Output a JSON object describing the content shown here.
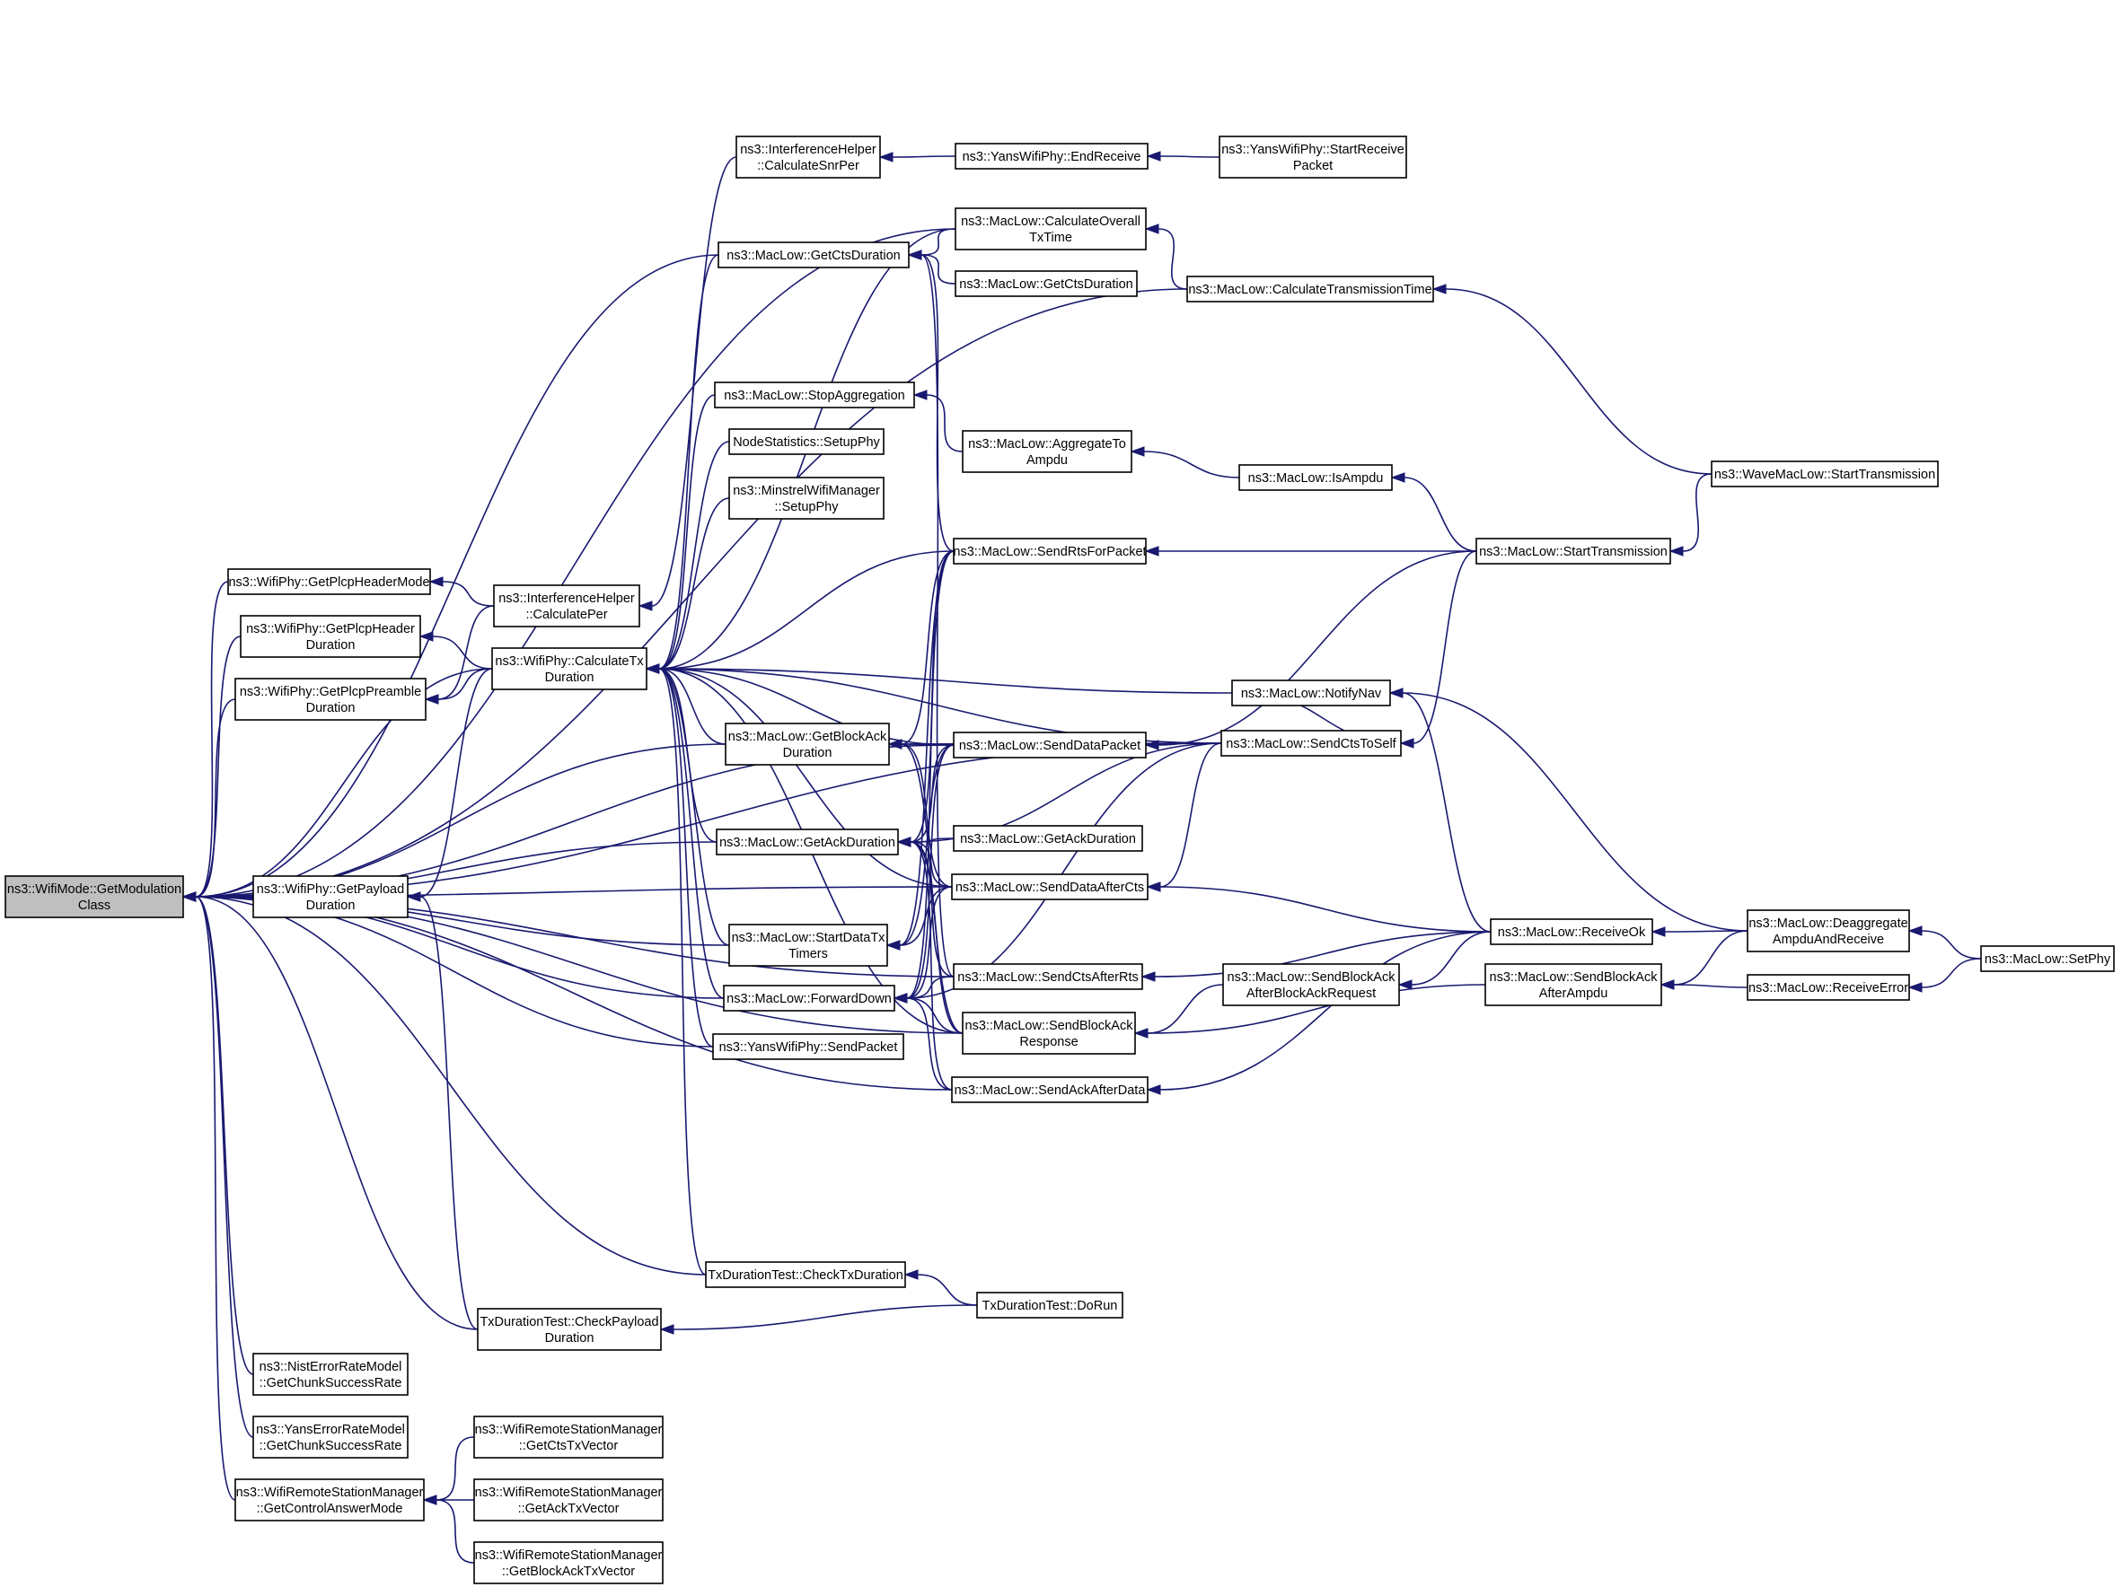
{
  "graph": {
    "root_color": "#bfbfbf",
    "edge_color": "#191970",
    "nodes": [
      {
        "id": "root",
        "lines": [
          "ns3::WifiMode::GetModulation",
          "Class"
        ],
        "root": true
      },
      {
        "id": "plcpHeaderMode",
        "lines": [
          "ns3::WifiPhy::GetPlcpHeaderMode"
        ]
      },
      {
        "id": "plcpHeaderDur",
        "lines": [
          "ns3::WifiPhy::GetPlcpHeader",
          "Duration"
        ]
      },
      {
        "id": "plcpPreamble",
        "lines": [
          "ns3::WifiPhy::GetPlcpPreamble",
          "Duration"
        ]
      },
      {
        "id": "payloadDur",
        "lines": [
          "ns3::WifiPhy::GetPayload",
          "Duration"
        ]
      },
      {
        "id": "nistErr",
        "lines": [
          "ns3::NistErrorRateModel",
          "::GetChunkSuccessRate"
        ]
      },
      {
        "id": "yansErr",
        "lines": [
          "ns3::YansErrorRateModel",
          "::GetChunkSuccessRate"
        ]
      },
      {
        "id": "ctrlAnswer",
        "lines": [
          "ns3::WifiRemoteStationManager",
          "::GetControlAnswerMode"
        ]
      },
      {
        "id": "calcPer",
        "lines": [
          "ns3::InterferenceHelper",
          "::CalculatePer"
        ]
      },
      {
        "id": "calcTx",
        "lines": [
          "ns3::WifiPhy::CalculateTx",
          "Duration"
        ]
      },
      {
        "id": "checkPayload",
        "lines": [
          "TxDurationTest::CheckPayload",
          "Duration"
        ]
      },
      {
        "id": "ctsTxVec",
        "lines": [
          "ns3::WifiRemoteStationManager",
          "::GetCtsTxVector"
        ]
      },
      {
        "id": "ackTxVec",
        "lines": [
          "ns3::WifiRemoteStationManager",
          "::GetAckTxVector"
        ]
      },
      {
        "id": "baTxVec",
        "lines": [
          "ns3::WifiRemoteStationManager",
          "::GetBlockAckTxVector"
        ]
      },
      {
        "id": "calcSnrPer",
        "lines": [
          "ns3::InterferenceHelper",
          "::CalculateSnrPer"
        ]
      },
      {
        "id": "getCts",
        "lines": [
          "ns3::MacLow::GetCtsDuration"
        ]
      },
      {
        "id": "stopAgg",
        "lines": [
          "ns3::MacLow::StopAggregation"
        ]
      },
      {
        "id": "nodeStats",
        "lines": [
          "NodeStatistics::SetupPhy"
        ]
      },
      {
        "id": "minstrel",
        "lines": [
          "ns3::MinstrelWifiManager",
          "::SetupPhy"
        ]
      },
      {
        "id": "getBA",
        "lines": [
          "ns3::MacLow::GetBlockAck",
          "Duration"
        ]
      },
      {
        "id": "getAck",
        "lines": [
          "ns3::MacLow::GetAckDuration"
        ]
      },
      {
        "id": "startDataTx",
        "lines": [
          "ns3::MacLow::StartDataTx",
          "Timers"
        ]
      },
      {
        "id": "fwdDown",
        "lines": [
          "ns3::MacLow::ForwardDown"
        ]
      },
      {
        "id": "yansSend",
        "lines": [
          "ns3::YansWifiPhy::SendPacket"
        ]
      },
      {
        "id": "checkTx",
        "lines": [
          "TxDurationTest::CheckTxDuration"
        ]
      },
      {
        "id": "endRecv",
        "lines": [
          "ns3::YansWifiPhy::EndReceive"
        ]
      },
      {
        "id": "calcOverall",
        "lines": [
          "ns3::MacLow::CalculateOverall",
          "TxTime"
        ]
      },
      {
        "id": "getCts2",
        "lines": [
          "ns3::MacLow::GetCtsDuration"
        ]
      },
      {
        "id": "aggTo",
        "lines": [
          "ns3::MacLow::AggregateTo",
          "Ampdu"
        ]
      },
      {
        "id": "sendRts",
        "lines": [
          "ns3::MacLow::SendRtsForPacket"
        ]
      },
      {
        "id": "sendData",
        "lines": [
          "ns3::MacLow::SendDataPacket"
        ]
      },
      {
        "id": "getAck2",
        "lines": [
          "ns3::MacLow::GetAckDuration"
        ]
      },
      {
        "id": "sendDataCts",
        "lines": [
          "ns3::MacLow::SendDataAfterCts"
        ]
      },
      {
        "id": "sendCtsRts",
        "lines": [
          "ns3::MacLow::SendCtsAfterRts"
        ]
      },
      {
        "id": "sendBAResp",
        "lines": [
          "ns3::MacLow::SendBlockAck",
          "Response"
        ]
      },
      {
        "id": "sendAckData",
        "lines": [
          "ns3::MacLow::SendAckAfterData"
        ]
      },
      {
        "id": "doRun",
        "lines": [
          "TxDurationTest::DoRun"
        ]
      },
      {
        "id": "startRecv",
        "lines": [
          "ns3::YansWifiPhy::StartReceive",
          "Packet"
        ]
      },
      {
        "id": "calcTrans",
        "lines": [
          "ns3::MacLow::CalculateTransmissionTime"
        ]
      },
      {
        "id": "isAmpdu",
        "lines": [
          "ns3::MacLow::IsAmpdu"
        ]
      },
      {
        "id": "startTrans",
        "lines": [
          "ns3::MacLow::StartTransmission"
        ]
      },
      {
        "id": "notifyNav",
        "lines": [
          "ns3::MacLow::NotifyNav"
        ]
      },
      {
        "id": "sendCtsSelf",
        "lines": [
          "ns3::MacLow::SendCtsToSelf"
        ]
      },
      {
        "id": "recvOk",
        "lines": [
          "ns3::MacLow::ReceiveOk"
        ]
      },
      {
        "id": "sendBAReq",
        "lines": [
          "ns3::MacLow::SendBlockAck",
          "AfterBlockAckRequest"
        ]
      },
      {
        "id": "sendBAAmpdu",
        "lines": [
          "ns3::MacLow::SendBlockAck",
          "AfterAmpdu"
        ]
      },
      {
        "id": "waveStart",
        "lines": [
          "ns3::WaveMacLow::StartTransmission"
        ]
      },
      {
        "id": "deagg",
        "lines": [
          "ns3::MacLow::Deaggregate",
          "AmpduAndReceive"
        ]
      },
      {
        "id": "recvErr",
        "lines": [
          "ns3::MacLow::ReceiveError"
        ]
      },
      {
        "id": "setPhy",
        "lines": [
          "ns3::MacLow::SetPhy"
        ]
      }
    ],
    "edges": [
      [
        "plcpHeaderMode",
        "root"
      ],
      [
        "plcpHeaderDur",
        "root"
      ],
      [
        "plcpPreamble",
        "root"
      ],
      [
        "payloadDur",
        "root"
      ],
      [
        "nistErr",
        "root"
      ],
      [
        "yansErr",
        "root"
      ],
      [
        "ctrlAnswer",
        "root"
      ],
      [
        "calcTx",
        "root"
      ],
      [
        "checkPayload",
        "root"
      ],
      [
        "checkTx",
        "root"
      ],
      [
        "getCts",
        "root"
      ],
      [
        "getBA",
        "root"
      ],
      [
        "getAck",
        "root"
      ],
      [
        "startDataTx",
        "root"
      ],
      [
        "yansSend",
        "root"
      ],
      [
        "calcOverall",
        "root"
      ],
      [
        "calcTrans",
        "root"
      ],
      [
        "sendData",
        "root"
      ],
      [
        "sendDataCts",
        "root"
      ],
      [
        "sendCtsRts",
        "root"
      ],
      [
        "sendAckData",
        "root"
      ],
      [
        "sendCtsSelf",
        "root"
      ],
      [
        "fwdDown",
        "root"
      ],
      [
        "sendBAResp",
        "root"
      ],
      [
        "calcPer",
        "plcpHeaderMode"
      ],
      [
        "calcTx",
        "plcpHeaderDur"
      ],
      [
        "calcPer",
        "plcpPreamble"
      ],
      [
        "calcTx",
        "plcpPreamble"
      ],
      [
        "calcTx",
        "payloadDur"
      ],
      [
        "checkPayload",
        "payloadDur"
      ],
      [
        "ctsTxVec",
        "ctrlAnswer"
      ],
      [
        "ackTxVec",
        "ctrlAnswer"
      ],
      [
        "baTxVec",
        "ctrlAnswer"
      ],
      [
        "calcSnrPer",
        "calcPer"
      ],
      [
        "endRecv",
        "calcSnrPer"
      ],
      [
        "startRecv",
        "endRecv"
      ],
      [
        "getCts",
        "calcTx"
      ],
      [
        "stopAgg",
        "calcTx"
      ],
      [
        "nodeStats",
        "calcTx"
      ],
      [
        "minstrel",
        "calcTx"
      ],
      [
        "getBA",
        "calcTx"
      ],
      [
        "getAck",
        "calcTx"
      ],
      [
        "startDataTx",
        "calcTx"
      ],
      [
        "fwdDown",
        "calcTx"
      ],
      [
        "yansSend",
        "calcTx"
      ],
      [
        "checkTx",
        "calcTx"
      ],
      [
        "calcOverall",
        "calcTx"
      ],
      [
        "sendRts",
        "calcTx"
      ],
      [
        "sendData",
        "calcTx"
      ],
      [
        "notifyNav",
        "calcTx"
      ],
      [
        "sendCtsSelf",
        "calcTx"
      ],
      [
        "sendDataCts",
        "calcTx"
      ],
      [
        "sendBAResp",
        "calcTx"
      ],
      [
        "calcOverall",
        "getCts"
      ],
      [
        "getCts2",
        "getCts"
      ],
      [
        "sendRts",
        "getCts"
      ],
      [
        "sendCtsRts",
        "getCts"
      ],
      [
        "aggTo",
        "stopAgg"
      ],
      [
        "isAmpdu",
        "aggTo"
      ],
      [
        "startTrans",
        "isAmpdu"
      ],
      [
        "sendRts",
        "getBA"
      ],
      [
        "sendData",
        "getBA"
      ],
      [
        "sendCtsSelf",
        "getBA"
      ],
      [
        "sendDataCts",
        "getBA"
      ],
      [
        "sendBAResp",
        "getBA"
      ],
      [
        "sendRts",
        "getAck"
      ],
      [
        "sendData",
        "getAck"
      ],
      [
        "getAck2",
        "getAck"
      ],
      [
        "sendDataCts",
        "getAck"
      ],
      [
        "sendCtsSelf",
        "getAck"
      ],
      [
        "sendCtsRts",
        "getAck"
      ],
      [
        "sendBAResp",
        "getAck"
      ],
      [
        "sendAckData",
        "getAck"
      ],
      [
        "sendRts",
        "startDataTx"
      ],
      [
        "sendData",
        "startDataTx"
      ],
      [
        "sendDataCts",
        "startDataTx"
      ],
      [
        "sendRts",
        "fwdDown"
      ],
      [
        "sendData",
        "fwdDown"
      ],
      [
        "sendDataCts",
        "fwdDown"
      ],
      [
        "sendCtsRts",
        "fwdDown"
      ],
      [
        "sendBAResp",
        "fwdDown"
      ],
      [
        "sendAckData",
        "fwdDown"
      ],
      [
        "sendCtsSelf",
        "fwdDown"
      ],
      [
        "doRun",
        "checkTx"
      ],
      [
        "doRun",
        "checkPayload"
      ],
      [
        "calcTrans",
        "calcOverall"
      ],
      [
        "waveStart",
        "calcTrans"
      ],
      [
        "startTrans",
        "sendRts"
      ],
      [
        "startTrans",
        "sendData"
      ],
      [
        "sendCtsSelf",
        "notifyNav"
      ],
      [
        "recvOk",
        "notifyNav"
      ],
      [
        "recvOk",
        "sendDataCts"
      ],
      [
        "sendCtsSelf",
        "sendDataCts"
      ],
      [
        "recvOk",
        "sendCtsRts"
      ],
      [
        "sendBAReq",
        "sendBAResp"
      ],
      [
        "sendBAAmpdu",
        "sendBAResp"
      ],
      [
        "recvOk",
        "sendAckData"
      ],
      [
        "startTrans",
        "sendCtsSelf"
      ],
      [
        "waveStart",
        "startTrans"
      ],
      [
        "recvOk",
        "sendBAReq"
      ],
      [
        "deagg",
        "notifyNav"
      ],
      [
        "deagg",
        "recvOk"
      ],
      [
        "deagg",
        "sendBAAmpdu"
      ],
      [
        "recvErr",
        "sendBAAmpdu"
      ],
      [
        "setPhy",
        "deagg"
      ],
      [
        "setPhy",
        "recvErr"
      ]
    ]
  }
}
